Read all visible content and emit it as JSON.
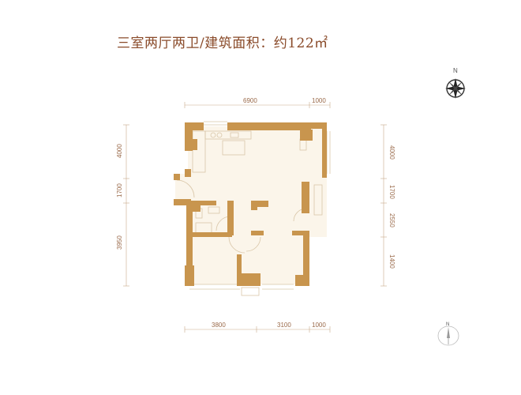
{
  "title": "三室两厅两卫/建筑面积：约122㎡",
  "north": {
    "top": "N",
    "bottom": "N"
  },
  "dims": {
    "top": [
      "6900",
      "1000"
    ],
    "bottom": [
      "3800",
      "3100",
      "1000"
    ],
    "left": [
      "4000",
      "1700",
      "3950"
    ],
    "right": [
      "4000",
      "1700",
      "2550",
      "1400"
    ]
  },
  "colors": {
    "wall": "#c8954e",
    "floor": "#fbf5ea",
    "title": "#8a4b2a",
    "dim": "#9a6a4a"
  }
}
